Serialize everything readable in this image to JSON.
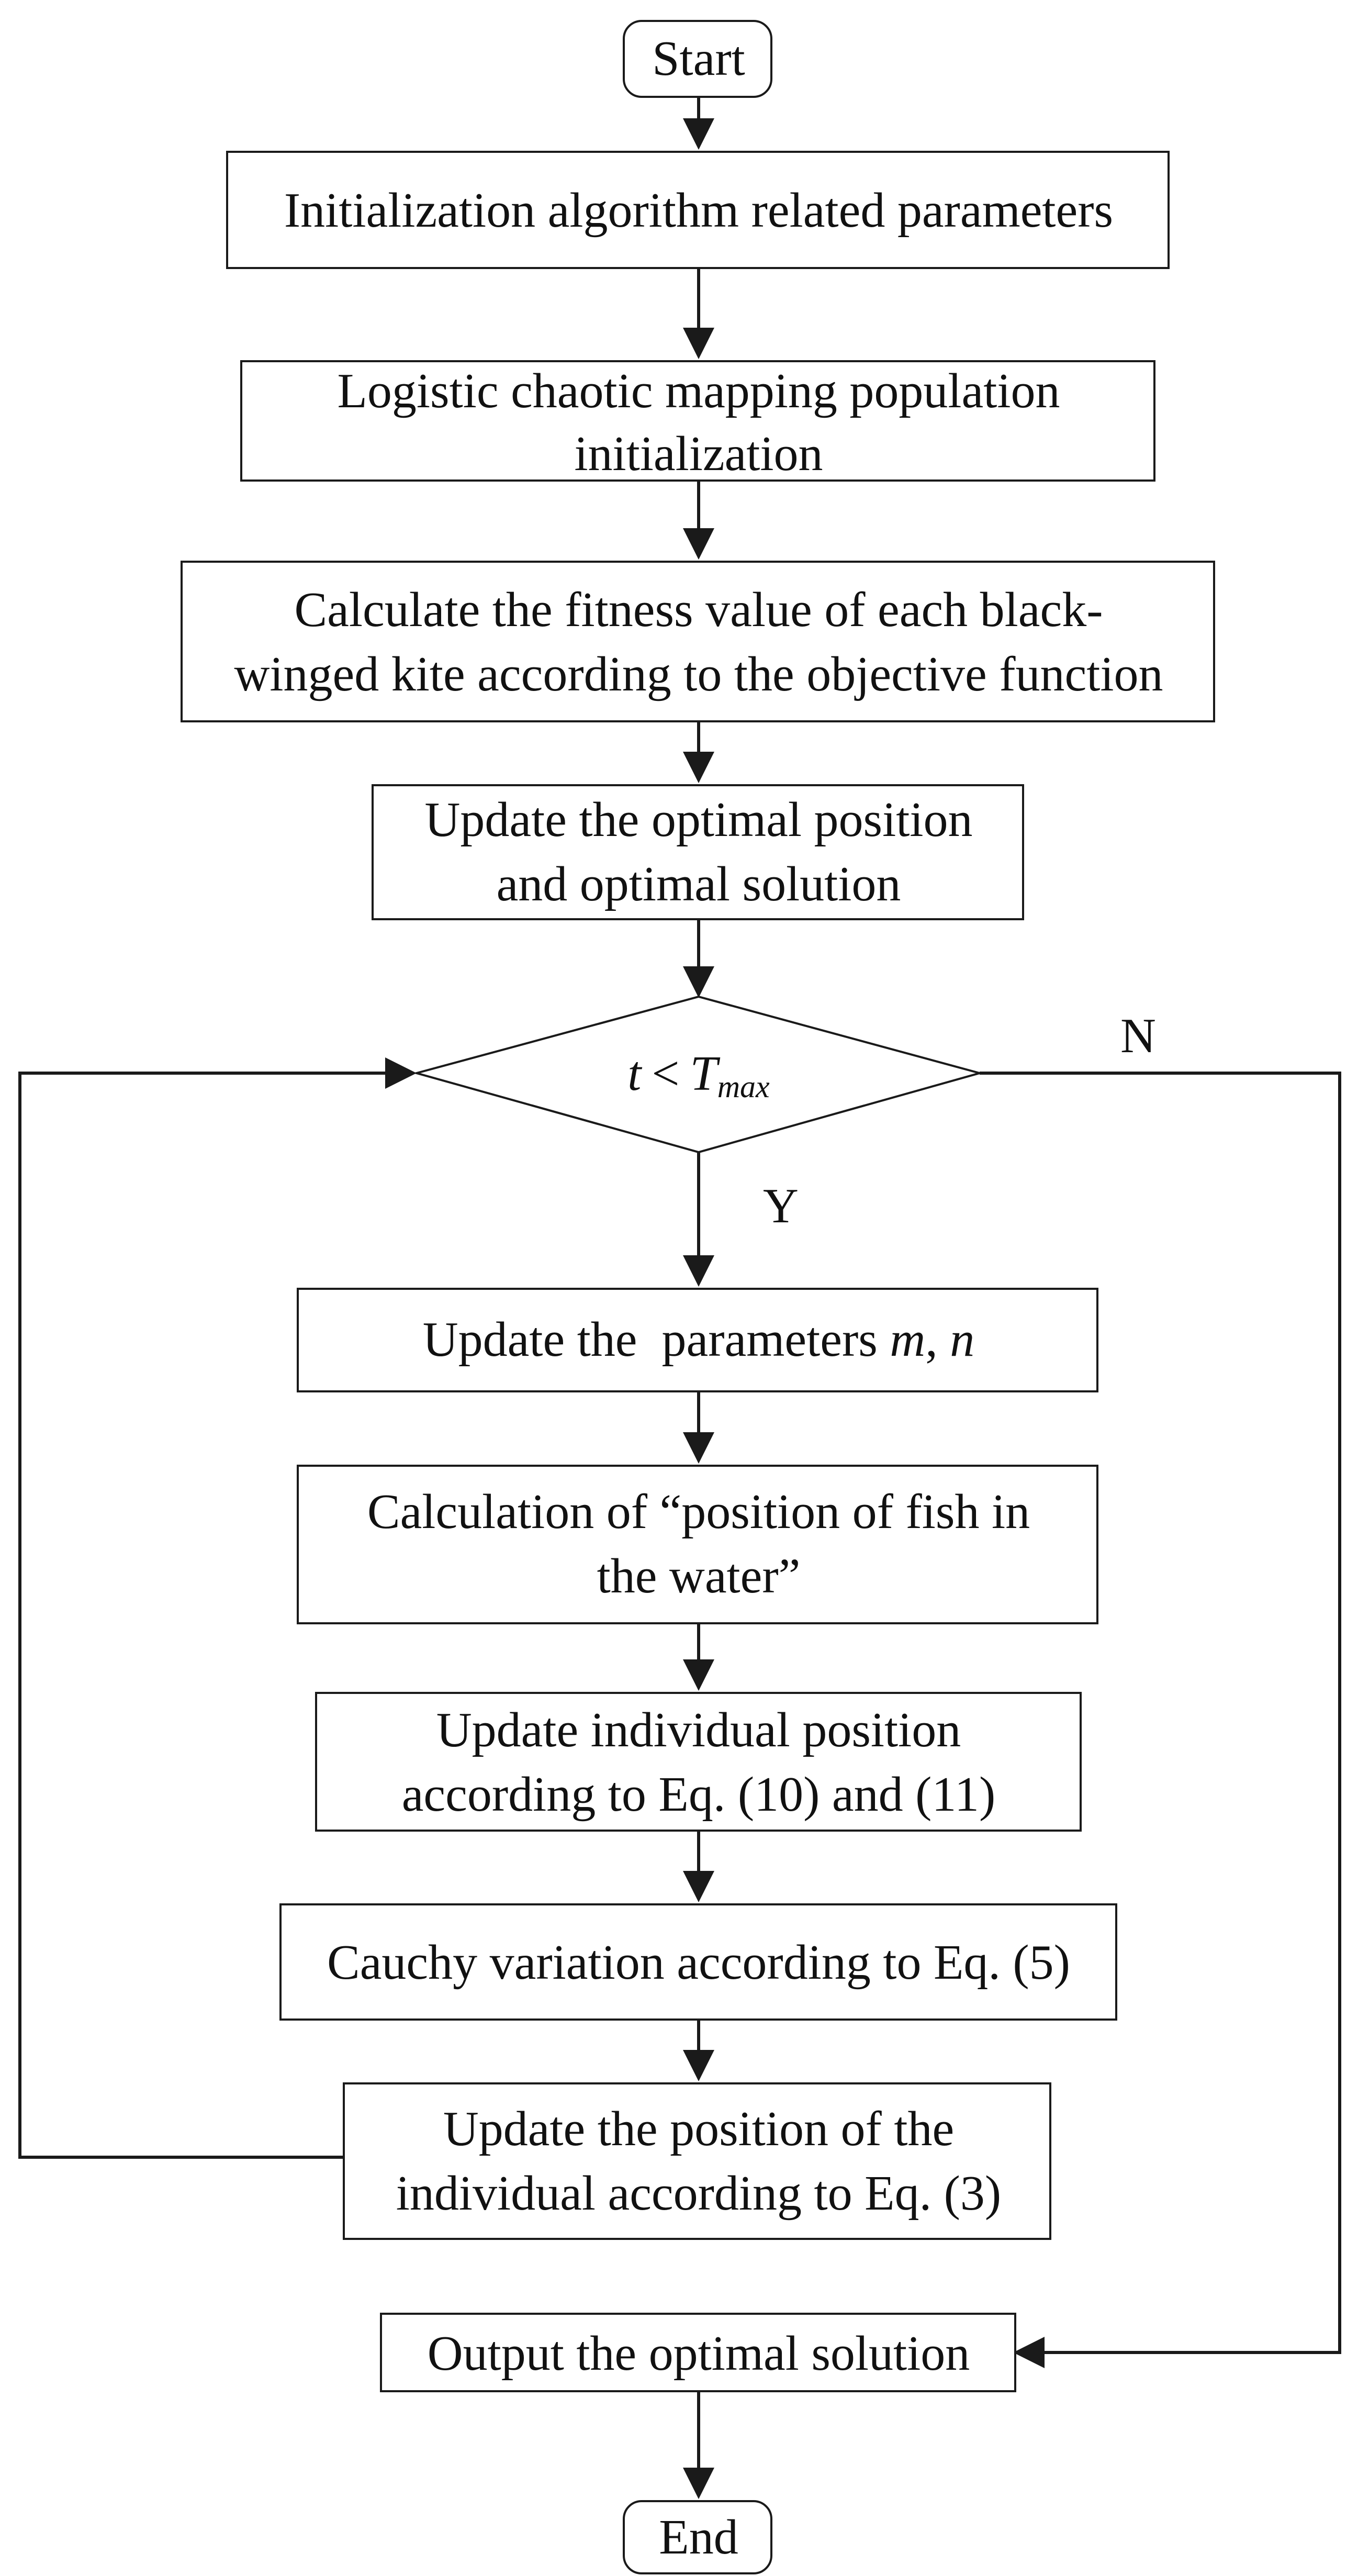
{
  "nodes": {
    "start": {
      "text": "Start"
    },
    "init_params": {
      "text": "Initialization algorithm related parameters"
    },
    "logistic": {
      "line1": "Logistic chaotic mapping population",
      "line2": "initialization"
    },
    "fitness": {
      "line1": "Calculate the fitness value of each black-",
      "line2": "winged kite according to the objective function"
    },
    "update_optimal": {
      "line1": "Update the optimal position",
      "line2": "and optimal solution"
    },
    "condition": {
      "var": "t",
      "op": "<",
      "T": "T",
      "sub": "max"
    },
    "update_mn": {
      "prefix": "Update the  parameters ",
      "m": "m",
      "comma": ", ",
      "n": "n"
    },
    "fish": {
      "line1": "Calculation of “position of fish in",
      "line2": "the water”"
    },
    "update_individual": {
      "line1": "Update individual position",
      "line2": "according to Eq. (10) and (11)"
    },
    "cauchy": {
      "text": "Cauchy variation according to Eq. (5)"
    },
    "update_position": {
      "line1": "Update the position of the",
      "line2": "individual according to Eq. (3)"
    },
    "output": {
      "text": "Output the optimal solution"
    },
    "end": {
      "text": "End"
    }
  },
  "labels": {
    "yes": "Y",
    "no": "N"
  }
}
